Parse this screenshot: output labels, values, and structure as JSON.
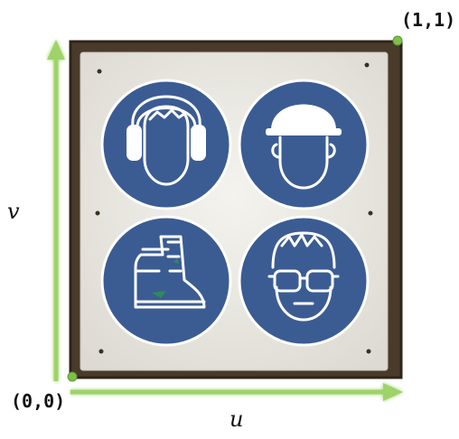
{
  "diagram": {
    "origin_label": "(0,0)",
    "corner_label": "(1,1)",
    "u_label": "u",
    "v_label": "v",
    "signs": [
      {
        "name": "ear-protection-sign-icon"
      },
      {
        "name": "hard-hat-sign-icon"
      },
      {
        "name": "safety-boots-sign-icon"
      },
      {
        "name": "safety-goggles-sign-icon"
      }
    ],
    "colors": {
      "sign_blue": "#3b5c93",
      "panel_white": "#ecebe5",
      "frame_brown": "#4a3a2a",
      "axis_green": "#9fd36a",
      "marker_green": "#7fbf4a"
    }
  }
}
